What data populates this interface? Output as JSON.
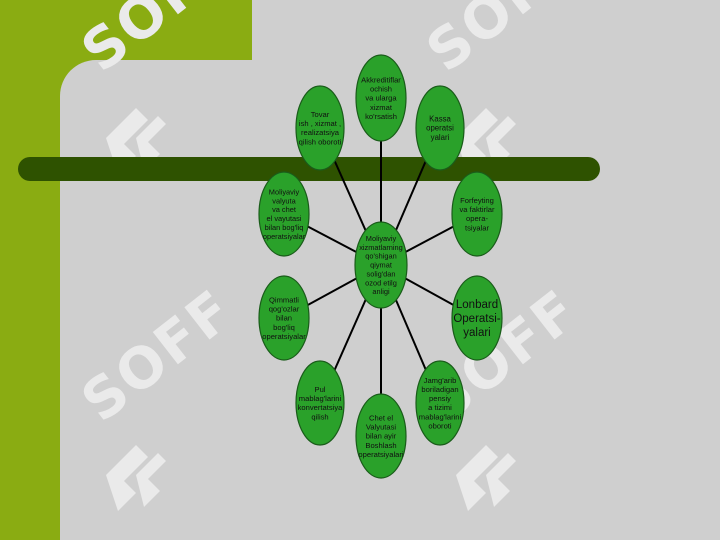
{
  "watermark": {
    "text": "SOFF",
    "color": "#eaeaea"
  },
  "colors": {
    "node_fill": "#2aa12a",
    "node_stroke": "#1a5c1a",
    "bar": "#2e5200",
    "accent_green": "#8aac12",
    "background": "#cfcfcf"
  },
  "diagram": {
    "center": {
      "lines": [
        "Moliyaviy",
        "xizmatlarning",
        "qo'shigan",
        "qiymat",
        "solig'dan",
        "ozod etilg",
        "anligi"
      ]
    },
    "nodes": [
      {
        "id": "akkreditiv",
        "lines": [
          "Akkreditiflar",
          "ochish",
          "va ularga",
          "xizmat",
          "ko'rsatish"
        ]
      },
      {
        "id": "kassa",
        "lines": [
          "Kassa",
          "operatsi",
          "yalari"
        ]
      },
      {
        "id": "forfeyting",
        "lines": [
          "Forfeyting",
          "va faktirlar",
          "opera-",
          "tsiyalar"
        ]
      },
      {
        "id": "lonbard",
        "lines": [
          "Lonbard",
          "Operatsi-",
          "yalari"
        ]
      },
      {
        "id": "jamgarib",
        "lines": [
          "Jamg'arib",
          "boriladigan",
          "pensiy",
          "a tizimi",
          "mablag'larini",
          "oboroti"
        ]
      },
      {
        "id": "chet-el-valyuta",
        "lines": [
          "Chet el",
          "Valyutasi",
          "bilan ayir",
          "Boshlash",
          "operatsiyalari"
        ]
      },
      {
        "id": "pul-mablag",
        "lines": [
          "Pul",
          "mablag'larini",
          "konvertatsiya",
          "qilish"
        ]
      },
      {
        "id": "qimmatli-qogoz",
        "lines": [
          "Qimmatli",
          "qog'ozlar",
          "bilan",
          "bog'liq",
          "operatsiyalar"
        ]
      },
      {
        "id": "moliyaviy-valyuta",
        "lines": [
          "Moliyaviy",
          "valyuta",
          "va chet",
          "el vayutasi",
          "bilan bog'liq",
          "operatsiyalar"
        ]
      },
      {
        "id": "tovar",
        "lines": [
          "Tovar",
          "ish , xizmat ,",
          "realizatsiya",
          "qilish oboroti"
        ]
      }
    ]
  }
}
